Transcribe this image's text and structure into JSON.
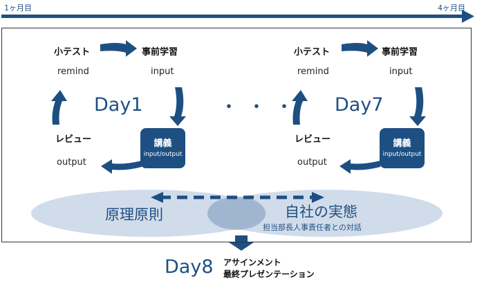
{
  "timeline": {
    "start_label": "1ヶ月目",
    "end_label": "4ヶ月目"
  },
  "cycle_left": {
    "quiz": "小テスト",
    "quiz_sub": "remind",
    "prestudy": "事前学習",
    "prestudy_sub": "input",
    "lecture": "講義",
    "lecture_sub": "input/output",
    "review": "レビュー",
    "review_sub": "output",
    "day": "Day1"
  },
  "ellipsis": "・・・",
  "cycle_right": {
    "quiz": "小テスト",
    "quiz_sub": "remind",
    "prestudy": "事前学習",
    "prestudy_sub": "input",
    "lecture": "講義",
    "lecture_sub": "input/output",
    "review": "レビュー",
    "review_sub": "output",
    "day": "Day7"
  },
  "bottom": {
    "principle": "原理原則",
    "reality": "自社の実態",
    "reality_sub": "担当部長人事責任者との対話"
  },
  "final": {
    "day": "Day8",
    "line1": "アサインメント",
    "line2": "最終プレゼンテーション"
  },
  "colors": {
    "accent": "#1e4f82",
    "ellipse": "#b8c8dc"
  }
}
